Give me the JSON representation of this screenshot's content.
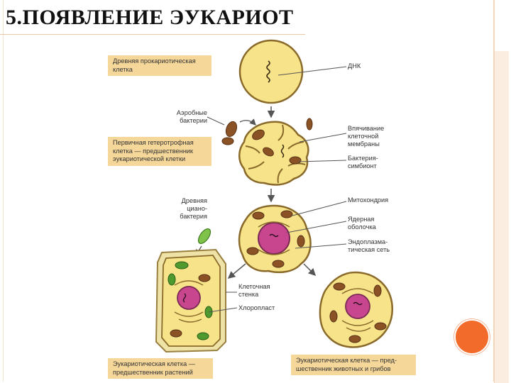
{
  "slide": {
    "title": "5.ПОЯВЛЕНИЕ ЭУКАРИОТ",
    "accent_color": "#f36b2a"
  },
  "left_boxes": {
    "ancient_prokaryote": "Древняя прокариотическая клетка",
    "primary_heterotroph": "Первичная гетеротрофная клетка — предшественник эукариотической клетки",
    "plant_predecessor": "Эукариотическая клетка — предшественник растений",
    "animal_fungi_predecessor": "Эукариотическая клетка — пред­шественник животных и грибов"
  },
  "labels": {
    "aerobic_bacteria": "Аэробные бактерии",
    "ancient_cyanobacterium": "Древняя циано­бактерия",
    "dna": "ДНК",
    "membrane_invagination": "Впячивание клеточной мембраны",
    "bacterium_symbiont": "Бактерия-симбионт",
    "mitochondrion": "Митохондрия",
    "nuclear_envelope": "Ядерная оболочка",
    "endoplasmic_reticulum": "Эндоплазма­тическая сеть",
    "cell_wall": "Клеточная стенка",
    "chloroplast": "Хлоропласт"
  },
  "colors": {
    "cytoplasm": "#f7e48a",
    "membrane": "#8a6a2a",
    "nucleus": "#c8468e",
    "mitochondria": "#8b5226",
    "chloroplast": "#4e9a2f",
    "label_box": "#f6d79a"
  }
}
